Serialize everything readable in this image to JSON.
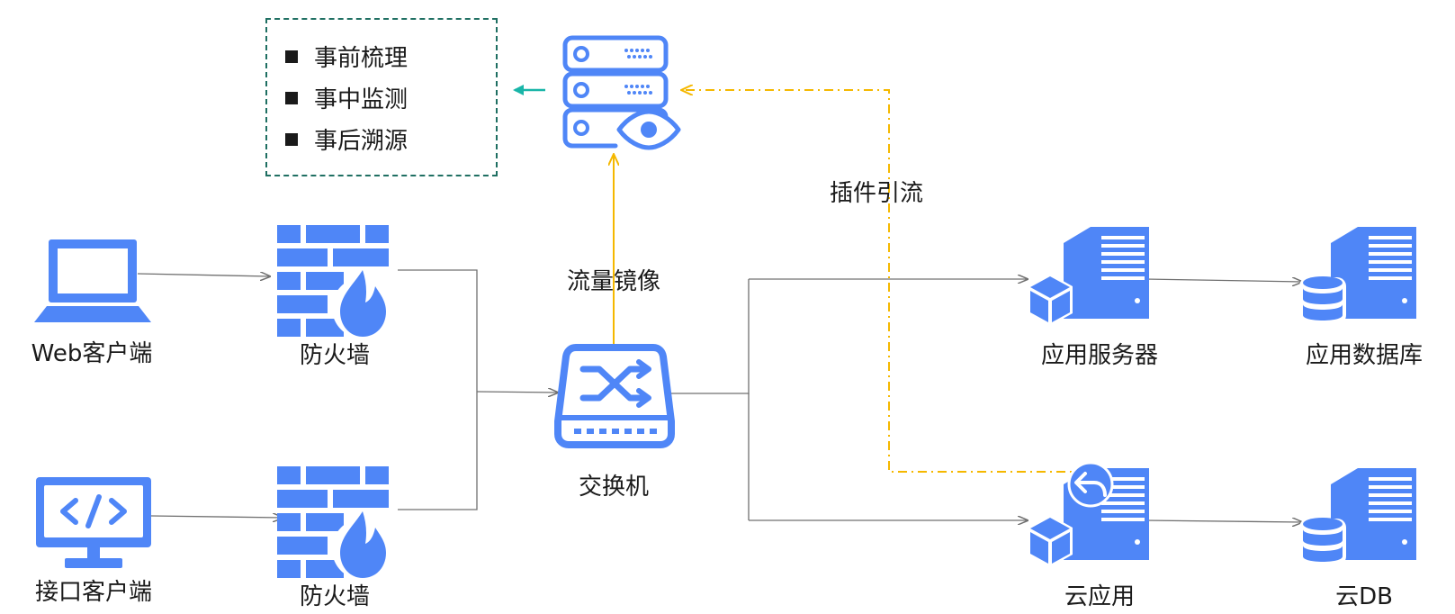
{
  "colors": {
    "icon": "#4f86f7",
    "line": "#707070",
    "mirror": "#f5b800",
    "legend_border": "#1f6f62",
    "legend_arrow": "#19b5a8"
  },
  "legend": {
    "items": [
      "事前梳理",
      "事中监测",
      "事后溯源"
    ]
  },
  "nodes": {
    "web_client": "Web客户端",
    "api_client": "接口客户端",
    "firewall_top": "防火墙",
    "firewall_bottom": "防火墙",
    "switch": "交换机",
    "app_server": "应用服务器",
    "app_database": "应用数据库",
    "cloud_app": "云应用",
    "cloud_db": "云DB"
  },
  "edges": {
    "mirror_label": "流量镜像",
    "plugin_label": "插件引流"
  }
}
